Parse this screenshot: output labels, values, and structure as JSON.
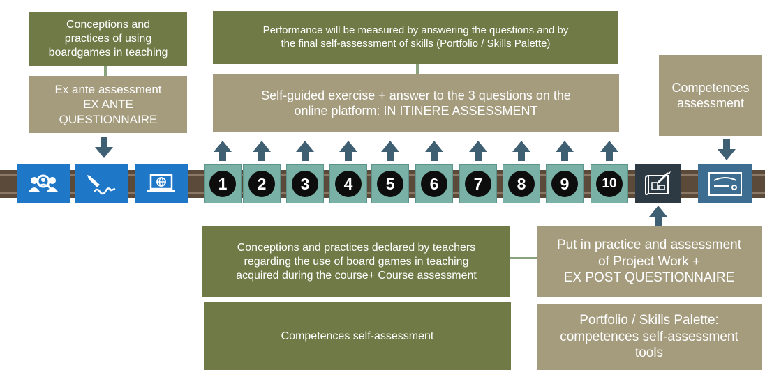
{
  "boxes": {
    "conceptions_top": "Conceptions and\npractices of using\nboardgames in teaching",
    "ex_ante": "Ex ante assessment\nEX ANTE\nQUESTIONNAIRE",
    "performance": "Performance will be measured by answering the questions and by\nthe final self-assessment  of skills (Portfolio / Skills Palette)",
    "self_guided": "Self-guided exercise + answer to the 3 questions on the\nonline platform: IN ITINERE ASSESSMENT",
    "competences_assessment": "Competences\nassessment",
    "conceptions_declared": "Conceptions and practices declared by teachers\nregarding the use of board games in teaching\nacquired during the course+ Course assessment",
    "put_in_practice": "Put in practice and assessment\nof Project Work +\nEX POST QUESTIONNAIRE",
    "competences_self": "Competences self-assessment",
    "portfolio": "Portfolio / Skills Palette:\ncompetences self-assessment\ntools"
  },
  "steps": [
    "1",
    "2",
    "3",
    "4",
    "5",
    "6",
    "7",
    "8",
    "9",
    "10"
  ],
  "icons": [
    "people-search-icon",
    "signature-icon",
    "laptop-globe-icon",
    "blueprint-icon",
    "certificate-icon"
  ],
  "colors": {
    "dark_green": "#6f7a46",
    "tan": "#a59c7e",
    "timeline_brown": "#5b4a39",
    "icon_blue": "#1f77c8",
    "step_teal": "#7ab1a7",
    "arrow_slate": "#3f5f73",
    "connector_green": "#8aa27e"
  }
}
